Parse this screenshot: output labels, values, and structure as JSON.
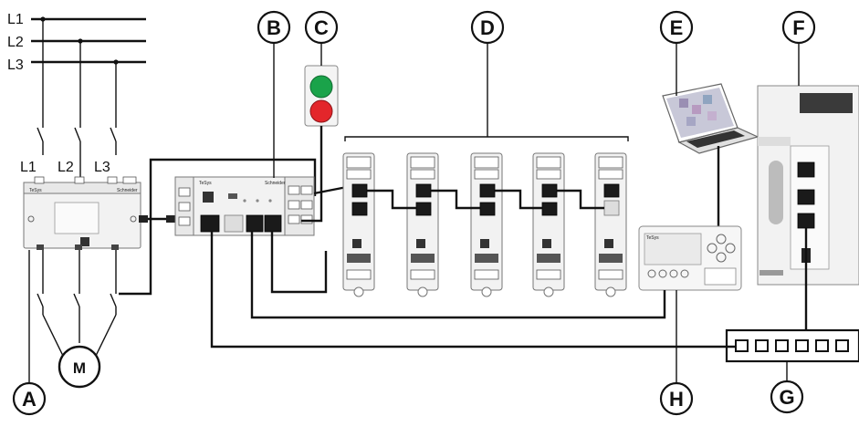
{
  "lines": [
    "L1",
    "L2",
    "L3"
  ],
  "motor_lines": [
    "L1",
    "L2",
    "L3"
  ],
  "motor_label": "M",
  "callouts": [
    "A",
    "B",
    "C",
    "D",
    "E",
    "F",
    "G",
    "H"
  ],
  "colors": {
    "signal_green": "#1aa34a",
    "signal_red": "#e3262b",
    "brand_green": "#3dcd58"
  },
  "device_text": {
    "brand": "TeSys",
    "vendor": "Schneider"
  }
}
